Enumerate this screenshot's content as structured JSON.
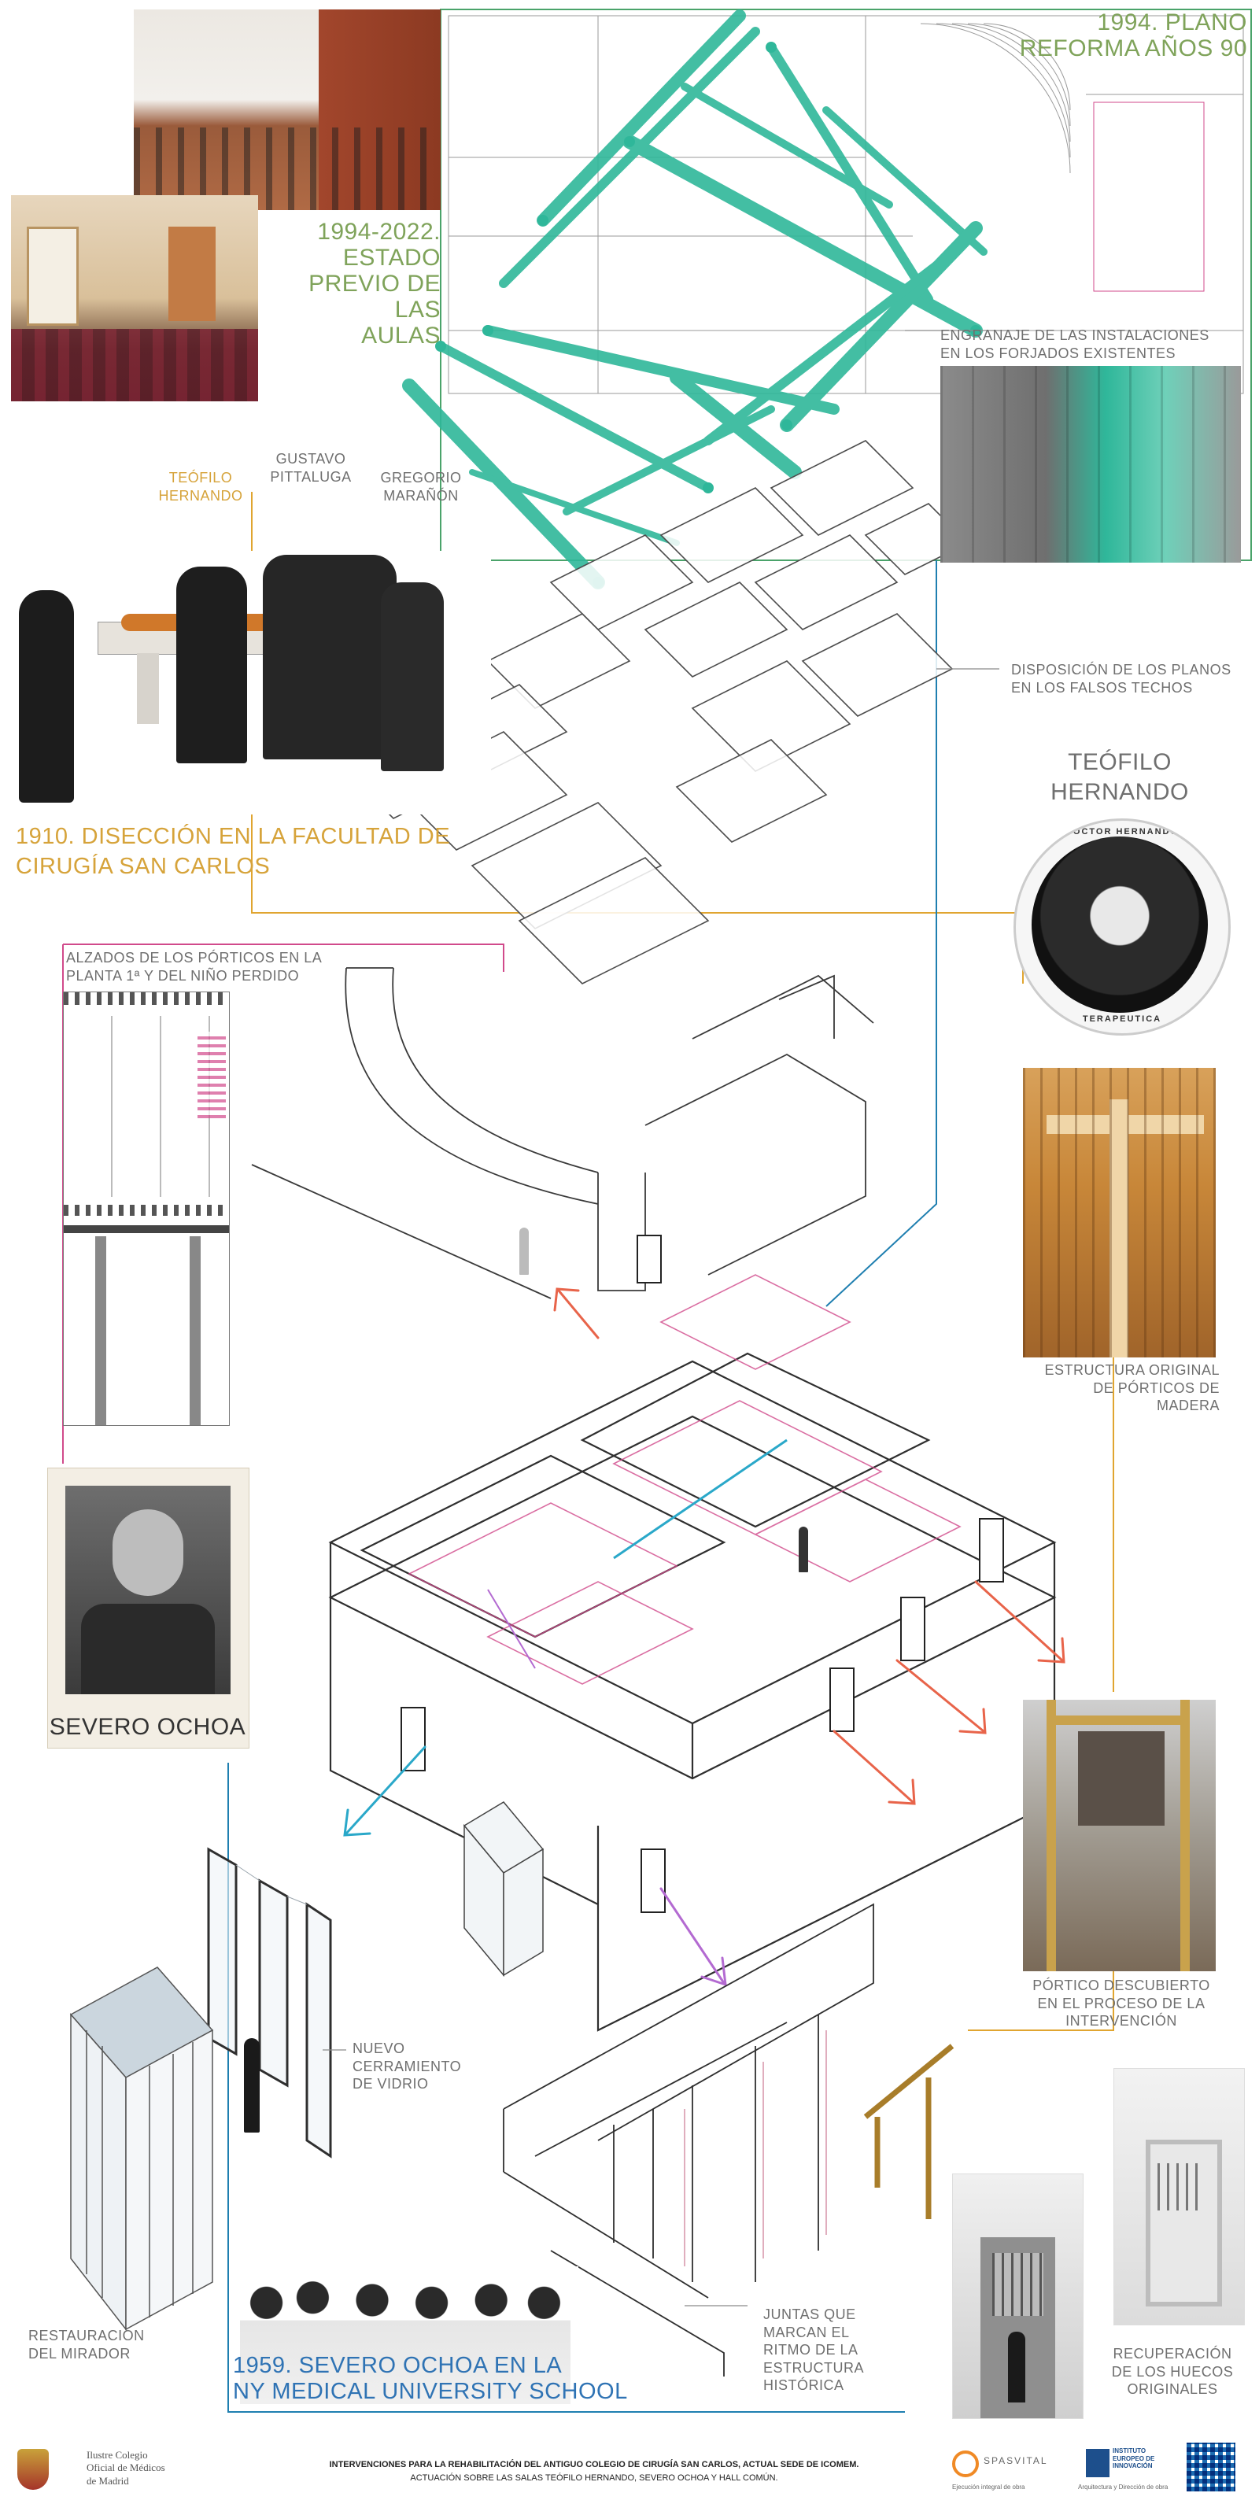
{
  "labels": {
    "plan_1994": "1994. PLANO\nREFORMA AÑOS 90",
    "aulas": "1994-2022.\nESTADO\nPREVIO DE LAS\nAULAS",
    "engranaje": "ENGRANAJE DE LAS INSTALACIONES\nEN LOS FORJADOS EXISTENTES",
    "teofilo_small": "TEÓFILO\nHERNANDO",
    "gustavo": "GUSTAVO\nPITTALUGA",
    "gregorio": "GREGORIO\nMARAÑÓN",
    "disposicion": "DISPOSICIÓN DE LOS PLANOS\nEN LOS FALSOS TECHOS",
    "teofilo_big": "TEÓFILO\nHERNANDO",
    "diseccion": "1910. DISECCIÓN EN LA FACULTAD DE\nCIRUGÍA SAN CARLOS",
    "alzados": "ALZADOS DE LOS PÓRTICOS EN LA\nPLANTA 1ª Y  DEL NIÑO PERDIDO",
    "estructura": "ESTRUCTURA ORIGINAL\nDE PÓRTICOS DE\nMADERA",
    "severo": "SEVERO OCHOA",
    "portico": "PÓRTICO  DESCUBIERTO\nEN EL PROCESO DE LA\nINTERVENCIÓN",
    "nuevo": "NUEVO\nCERRAMIENTO\nDE VIDRIO",
    "restauracion": "RESTAURACIÓN\nDEL MIRADOR",
    "juntas": "JUNTAS QUE\nMARCAN EL\nRITMO DE LA\nESTRUCTURA\nHISTÓRICA",
    "recuperacion": "RECUPERACIÓN\nDE LOS HUECOS\nORIGINALES",
    "ny1959": "1959. SEVERO OCHOA  EN LA\nNY MEDICAL UNIVERSITY SCHOOL"
  },
  "portrait_ring": {
    "top": "DOCTOR HERNANDO",
    "bottom": "TERAPEUTICA"
  },
  "footer": {
    "org": "Ilustre Colegio\nOficial de Médicos\nde Madrid",
    "title_line1": "INTERVENCIONES PARA LA REHABILITACIÓN DEL ANTIGUO COLEGIO DE CIRUGÍA SAN CARLOS, ACTUAL SEDE DE ICOMEM.",
    "title_line2": "ACTUACIÓN SOBRE LAS SALAS TEÓFILO HERNANDO, SEVERO OCHOA Y HALL COMÚN.",
    "spasvital": "SPASVITAL",
    "spasvital_sub": "Ejecución integral de obra",
    "iei": "INSTITUTO\nEUROPEO DE\nINNOVACIÓN",
    "iei_sub": "Arquitectura y Dirección de obra"
  },
  "colors": {
    "green_text": "#7fa35a",
    "orange_text": "#d6a33a",
    "blue_text": "#2f73b4",
    "duct_teal": "#2fb79a",
    "frame_green": "#4aa36a",
    "frame_magenta": "#d14a8b",
    "frame_orange": "#e0a530",
    "frame_blue": "#1f7fb0",
    "arrow_red": "#e8644a",
    "arrow_cyan": "#2aa8c9",
    "arrow_violet": "#b36ad1"
  }
}
